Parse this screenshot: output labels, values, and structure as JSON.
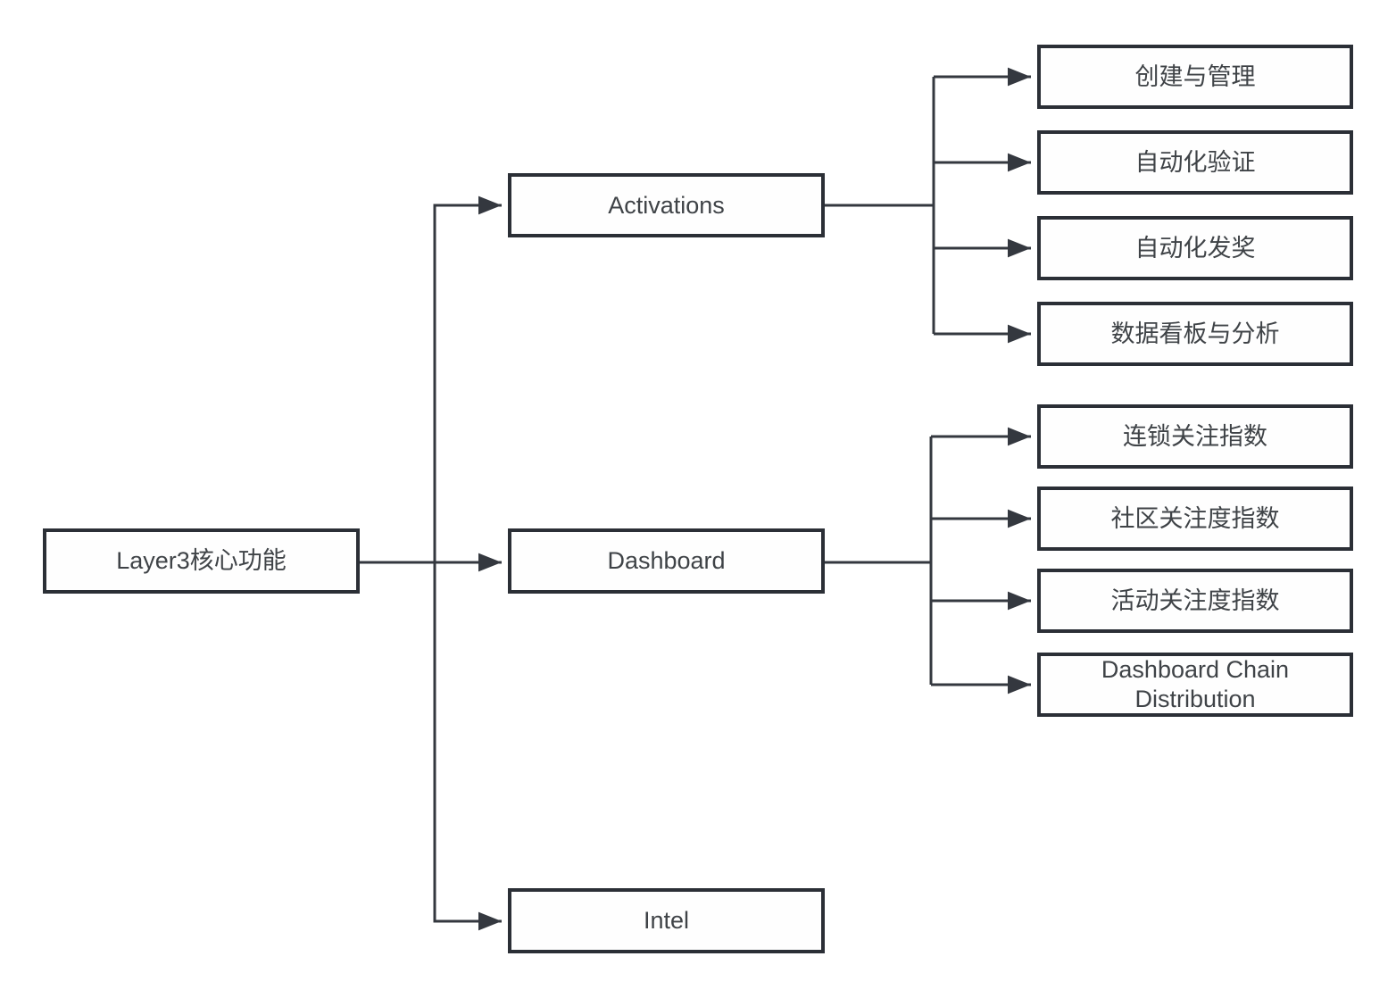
{
  "diagram": {
    "type": "flowchart",
    "root": {
      "label": "Layer3核心功能"
    },
    "branches": [
      {
        "label": "Activations",
        "children": [
          "创建与管理",
          "自动化验证",
          "自动化发奖",
          "数据看板与分析"
        ]
      },
      {
        "label": "Dashboard",
        "children": [
          "连锁关注指数",
          "社区关注度指数",
          "活动关注度指数",
          "Dashboard Chain Distribution"
        ]
      },
      {
        "label": "Intel",
        "children": []
      }
    ],
    "colors": {
      "node_border": "#2b2f36",
      "node_fill": "#ffffff",
      "text": "#3f4347",
      "connector": "#34383f",
      "background": "#ffffff"
    }
  }
}
